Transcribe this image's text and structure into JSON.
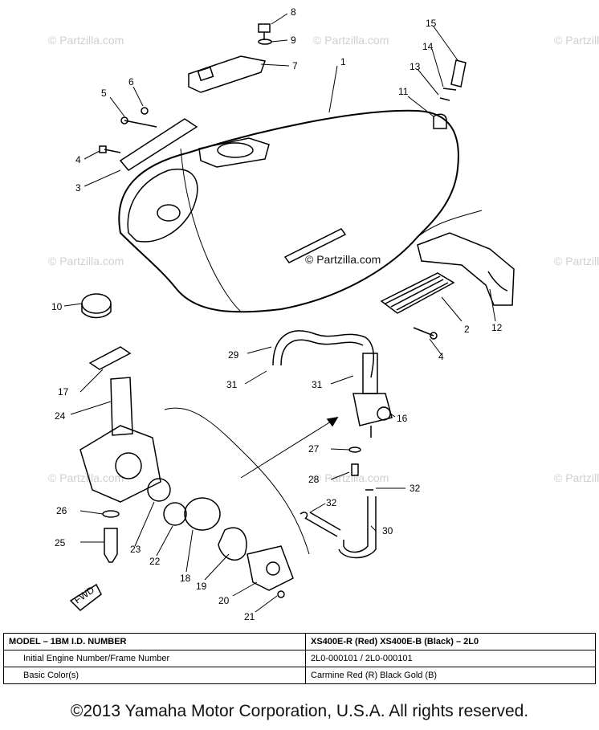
{
  "watermark": {
    "center_text": "© Partzilla.com",
    "repeat_text": "© Partzilla.com"
  },
  "callouts": [
    "1",
    "2",
    "3",
    "4",
    "4",
    "5",
    "6",
    "7",
    "8",
    "9",
    "10",
    "11",
    "12",
    "13",
    "14",
    "15",
    "16",
    "17",
    "18",
    "19",
    "20",
    "21",
    "22",
    "23",
    "24",
    "25",
    "26",
    "27",
    "28",
    "29",
    "30",
    "31",
    "31",
    "32",
    "32"
  ],
  "fwd_label": "FWD",
  "table": {
    "rows": [
      {
        "label": "MODEL – 1BM I.D. NUMBER",
        "value": "XS400E-R (Red) XS400E-B (Black) – 2L0"
      },
      {
        "label": "Initial Engine Number/Frame Number",
        "value": "2L0-000101 / 2L0-000101"
      },
      {
        "label": "Basic Color(s)",
        "value": "Carmine Red (R) Black Gold (B)"
      }
    ]
  },
  "copyright": "©2013 Yamaha Motor Corporation, U.S.A. All rights reserved."
}
